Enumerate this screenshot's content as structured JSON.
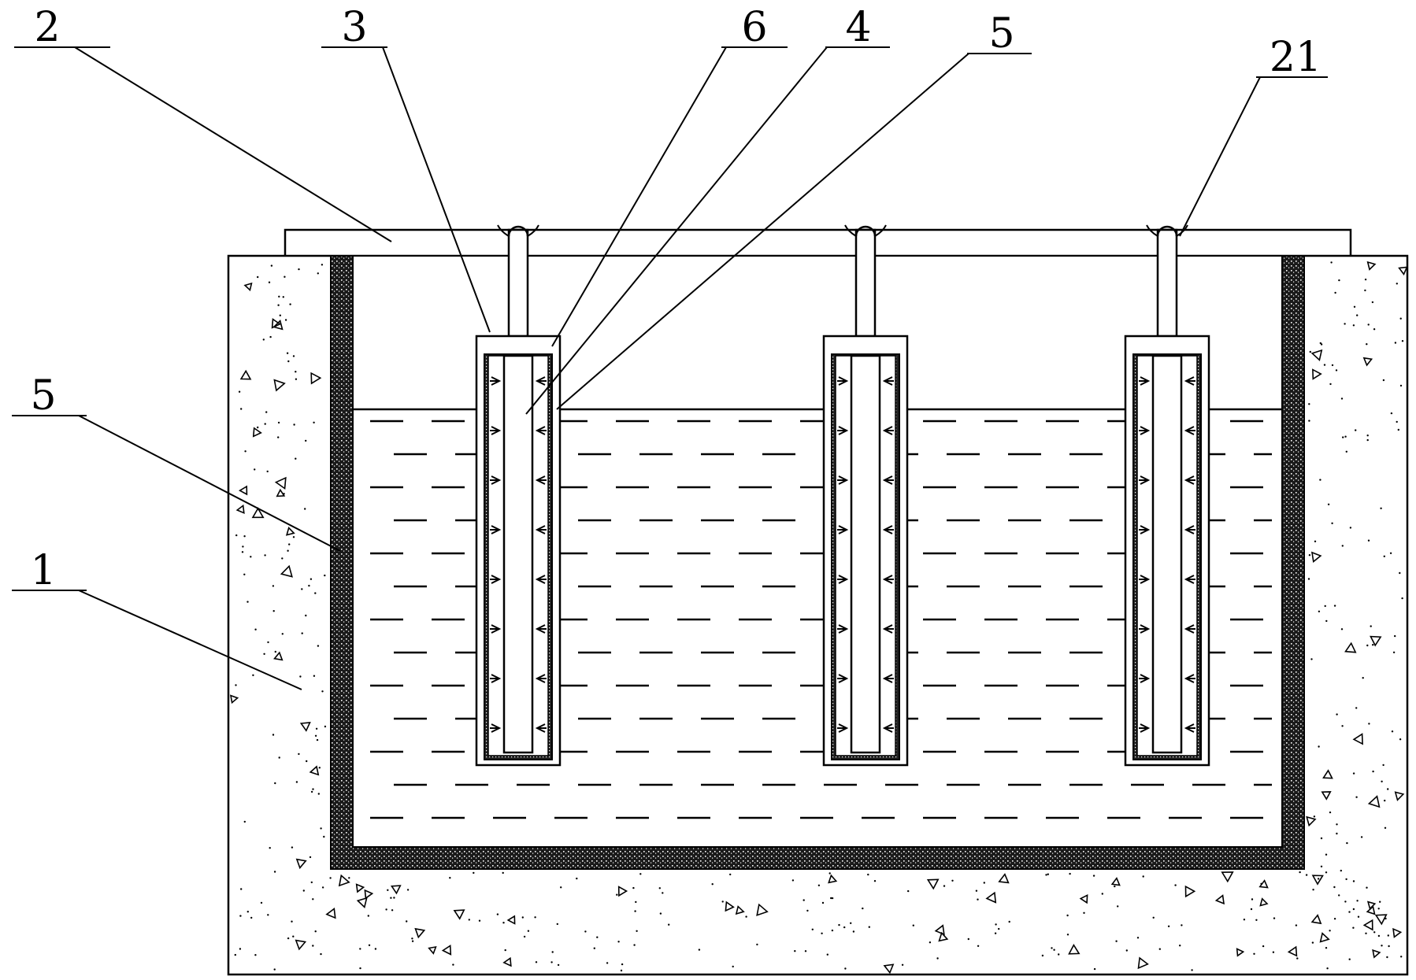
{
  "callouts": [
    {
      "label": "2"
    },
    {
      "label": "3"
    },
    {
      "label": "6"
    },
    {
      "label": "4"
    },
    {
      "label": "5"
    },
    {
      "label": "21"
    },
    {
      "label": "5"
    },
    {
      "label": "1"
    }
  ],
  "electrode_count": 3
}
